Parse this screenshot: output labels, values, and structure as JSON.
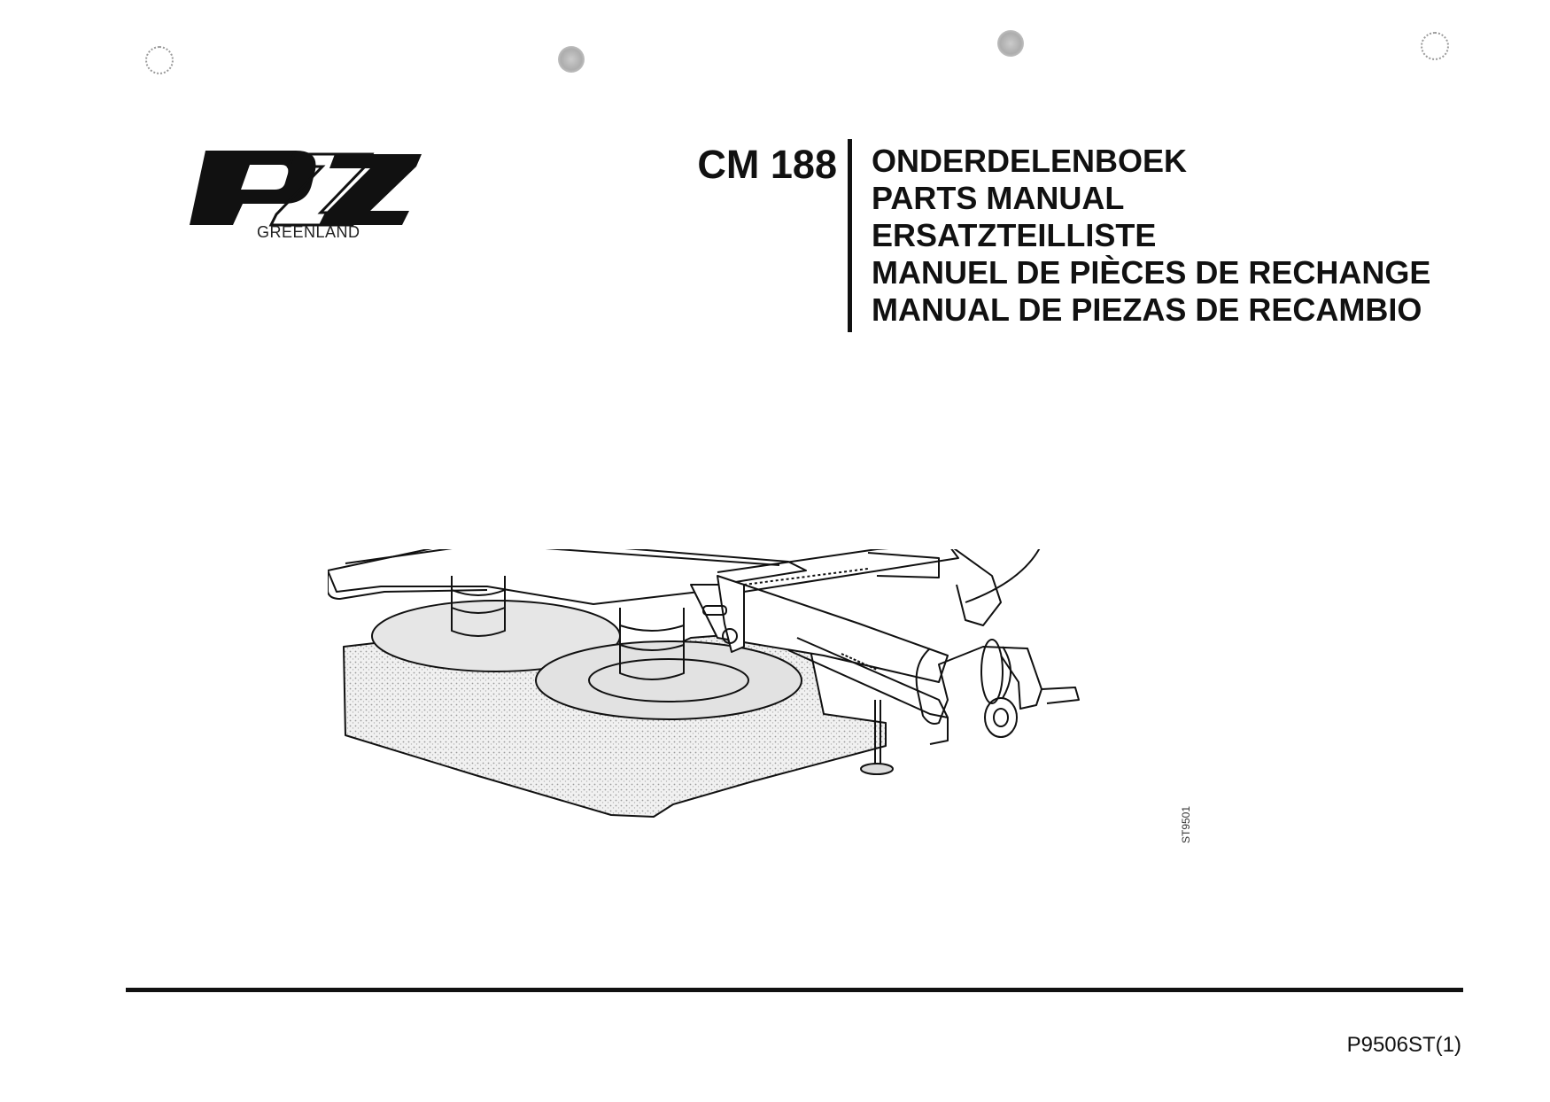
{
  "header": {
    "logo_text": "PZ",
    "logo_subtitle": "GREENLAND",
    "model": "CM 188"
  },
  "titles": [
    "ONDERDELENBOEK",
    "PARTS MANUAL",
    "ERSATZTEILLISTE",
    "MANUEL DE PIÈCES DE RECHANGE",
    "MANUAL DE PIEZAS DE RECAMBIO"
  ],
  "illustration": {
    "drawing_code": "ST9501"
  },
  "footer": {
    "document_code": "P9506ST(1)"
  },
  "colors": {
    "ink": "#111111",
    "paper": "#ffffff"
  }
}
